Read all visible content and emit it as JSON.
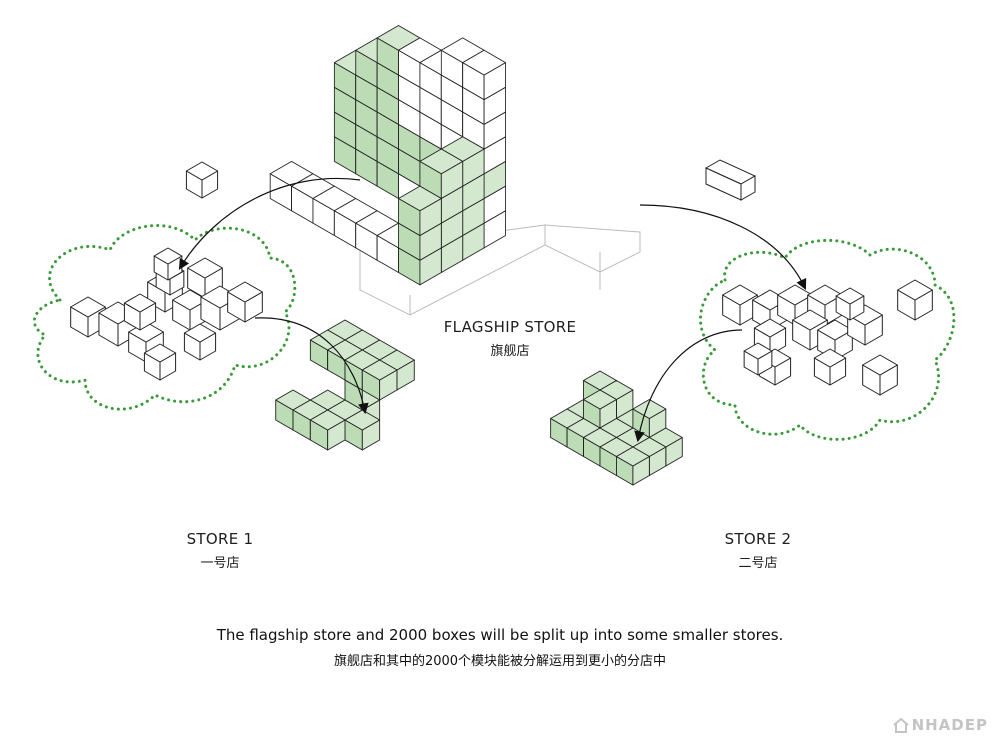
{
  "flagship": {
    "label": "FLAGSHIP STORE",
    "label_zh": "旗舰店"
  },
  "store1": {
    "label": "STORE 1",
    "label_zh": "一号店"
  },
  "store2": {
    "label": "STORE 2",
    "label_zh": "二号店"
  },
  "caption": {
    "en": "The flagship store and 2000 boxes will be split up into some smaller stores.",
    "zh": "旗舰店和其中的2000个模块能被分解运用到更小的分店中"
  },
  "watermark": {
    "text": "NHADEP",
    "icon": "house-icon"
  },
  "colors": {
    "green_fill": "#d3e8cf",
    "green_side": "#bcdcb6",
    "cloud_dots": "#3a9a3a",
    "line": "#222222",
    "faint_line": "#bbbbbb"
  }
}
